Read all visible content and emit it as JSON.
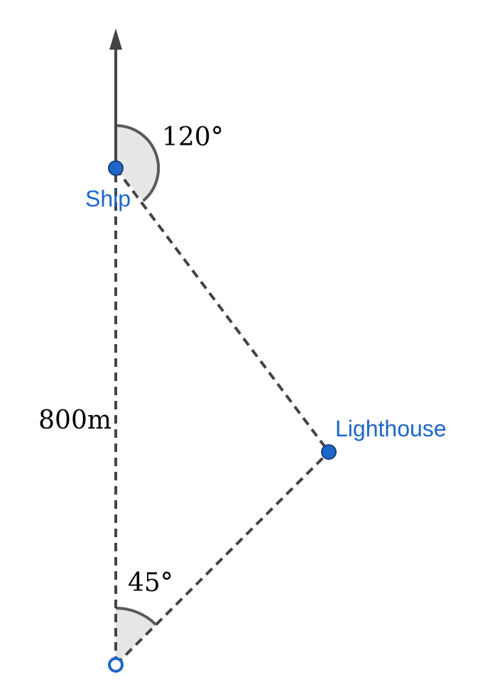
{
  "labels": {
    "ship": "Ship",
    "lighthouse": "Lighthouse",
    "distance": "800m",
    "ship_angle": "120°",
    "start_angle": "45°"
  },
  "colors": {
    "point_fill": "#1f66c9",
    "point_stroke": "#1a3f7a",
    "label_blue": "#1f66c9",
    "line_dark": "#444444",
    "arc_fill": "#e6e6e6",
    "arc_stroke": "#5a5a5a"
  }
}
